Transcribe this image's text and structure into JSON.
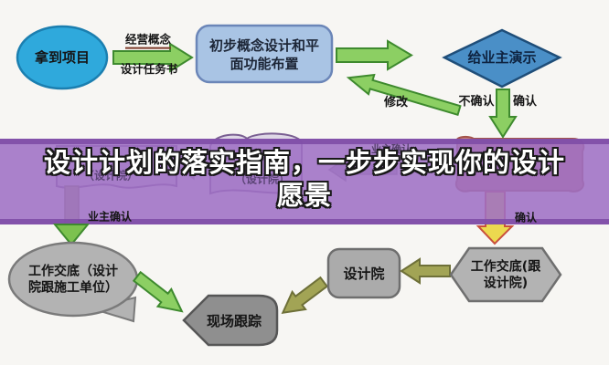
{
  "banner": {
    "title_line1": "设计计划的落实指南，一步步实现你的设计",
    "title_line2": "愿景"
  },
  "flowchart": {
    "nodes": {
      "get_project": "拿到项目",
      "concept_line1": "初步概念设计和平",
      "concept_line2": "面功能布置",
      "presentation": "给业主演示",
      "flag_left": "（设计院）",
      "flag_mid": "（设计院）",
      "briefing_line1": "工作交底（设计",
      "briefing_line2": "院跟施工单位）",
      "site_tracking": "现场跟踪",
      "design_institute": "设计院",
      "briefing2_line1": "工作交底(跟",
      "briefing2_line2": "设计院)"
    },
    "labels": {
      "business_concept": "经营概念",
      "design_brief": "设计任务书",
      "modify": "修改",
      "not_confirmed": "不确认",
      "confirmed": "确认",
      "owner_confirm_mid": "业主确认",
      "owner_confirm_left": "业主确认",
      "confirmed_right": "确认"
    },
    "colors": {
      "node_blue": "#2fa9dc",
      "box_blue": "#a9c4e4",
      "diamond_blue": "#4a8fc7",
      "arrow_green": "#8ccf63",
      "banner_purple": "#9f6fc4",
      "banner_edge": "#7e4da6",
      "shape_gray": "#b3b3b3",
      "arrow_olive": "#a2a455",
      "arrow_yellow": "#ecd94f",
      "arrow_red_border": "#c94f3d"
    }
  }
}
